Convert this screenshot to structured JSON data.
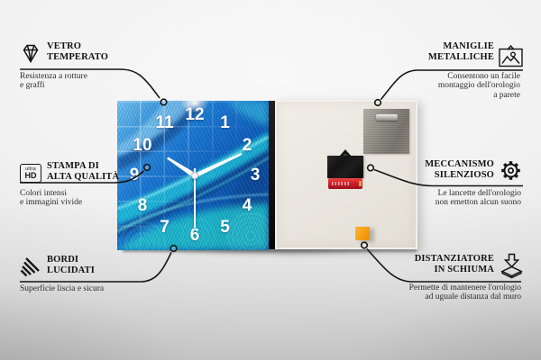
{
  "callouts": {
    "vetro": {
      "title": [
        "VETRO",
        "TEMPERATO"
      ],
      "desc": [
        "Resistenza a rotture",
        "e graffi"
      ]
    },
    "stampa": {
      "title": [
        "STAMPA DI",
        "ALTA QUALITÀ"
      ],
      "desc": [
        "Colori intensi",
        "e immagini vivide"
      ]
    },
    "bordi": {
      "title": [
        "BORDI",
        "LUCIDATI"
      ],
      "desc": [
        "Superficie liscia e sicura"
      ]
    },
    "maniglie": {
      "title": [
        "MANIGLIE",
        "METALLICHE"
      ],
      "desc": [
        "Consentono un facile",
        "montaggio dell'orologio",
        "a parete"
      ]
    },
    "meccanismo": {
      "title": [
        "MECCANISMO",
        "SILENZIOSO"
      ],
      "desc": [
        "Le lancette dell'orologio",
        "non emetton alcun suono"
      ]
    },
    "distanziatore": {
      "title": [
        "DISTANZIATORE",
        "IN SCHIUMA"
      ],
      "desc": [
        "Permette di mantenere l'orologio",
        "ad uguale distanza dal muro"
      ]
    }
  },
  "icons": {
    "ultra_hd": {
      "top": "ultra",
      "bottom": "HD"
    }
  },
  "clock": {
    "numerals": [
      "1",
      "2",
      "3",
      "4",
      "5",
      "6",
      "7",
      "8",
      "9",
      "10",
      "11",
      "12"
    ],
    "time_shown": "10:10:30"
  },
  "colors": {
    "ink": "#151515",
    "clock_blue": "#1a6cc6",
    "clock_teal": "#2ee4dc",
    "back_panel": "#ebe8e1",
    "foam_orange": "#f49d13",
    "battery_red": "#d0202a"
  }
}
